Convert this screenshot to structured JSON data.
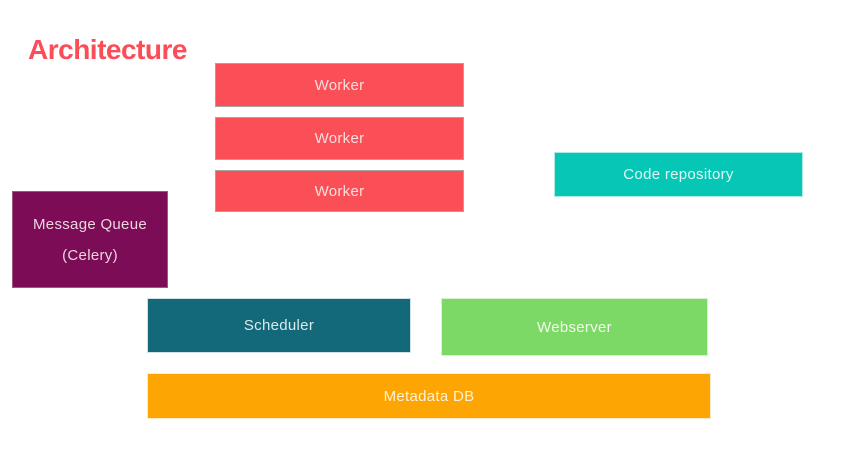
{
  "title": {
    "text": "Architecture",
    "color": "#fb4d57"
  },
  "diagram": {
    "nodes": [
      {
        "id": "worker-1",
        "label": "Worker",
        "fill": "#fa4f56",
        "border": "#a9a2a2",
        "text_color": "#f9dfdf"
      },
      {
        "id": "worker-2",
        "label": "Worker",
        "fill": "#fa4f56",
        "border": "#a9a2a2",
        "text_color": "#f9dfdf"
      },
      {
        "id": "worker-3",
        "label": "Worker",
        "fill": "#fa4f56",
        "border": "#a9a2a2",
        "text_color": "#f9dfdf"
      },
      {
        "id": "code-repository",
        "label": "Code repository",
        "fill": "#06c7b6",
        "border": "#aeeae3",
        "text_color": "#dff7f3"
      },
      {
        "id": "message-queue",
        "label": "Message Queue",
        "label_line2": "(Celery)",
        "fill": "#7b0c55",
        "border": "#9a5a7d",
        "text_color": "#ecd6e1"
      },
      {
        "id": "scheduler",
        "label": "Scheduler",
        "fill": "#13697a",
        "border": "#cfe3e6",
        "text_color": "#d9e9ec"
      },
      {
        "id": "webserver",
        "label": "Webserver",
        "fill": "#7dd965",
        "border": "#d8f2cf",
        "text_color": "#f1fbec"
      },
      {
        "id": "metadata-db",
        "label": "Metadata DB",
        "fill": "#fda502",
        "border": "#fcecc9",
        "text_color": "#fdf2d9"
      }
    ]
  }
}
